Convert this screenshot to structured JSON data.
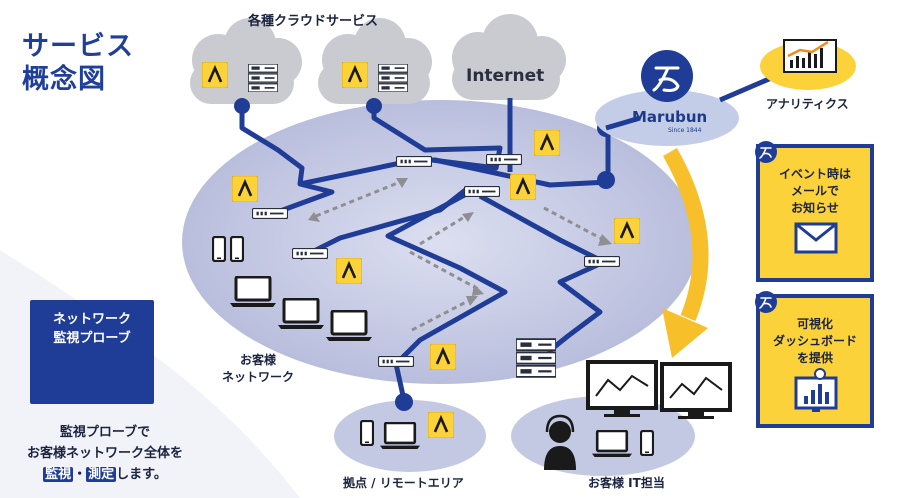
{
  "title_line1": "サービス",
  "title_line2": "概念図",
  "cloud_services_label": "各種クラウドサービス",
  "internet_label": "Internet",
  "marubun": {
    "name": "Marubun",
    "since": "Since 1844"
  },
  "analytics_label": "アナリティクス",
  "customer_network_label_line1": "お客様",
  "customer_network_label_line2": "ネットワーク",
  "site_label": "拠点 / リモートエリア",
  "it_staff_label": "お客様 IT担当",
  "probe_box": {
    "line1": "ネットワーク",
    "line2": "監視プローブ"
  },
  "description": {
    "line1": "監視プローブで",
    "line2": "お客様ネットワーク全体を",
    "hl1": "監視",
    "sep": "・",
    "hl2": "測定",
    "tail": "します。"
  },
  "event_box": {
    "line1": "イベント時は",
    "line2": "メールで",
    "line3": "お知らせ"
  },
  "dashboard_box": {
    "line1": "可視化",
    "line2": "ダッシュボード",
    "line3": "を提供"
  },
  "colors": {
    "navy": "#1f3c96",
    "yellow": "#fbd23a",
    "ellipse": "#c8cce6",
    "cloud": "#c9cbd1",
    "arrow": "#f7bf2a"
  },
  "icons": [
    "cloud-icon",
    "server-icon",
    "probe-icon",
    "smartphone-icon",
    "laptop-icon",
    "monitor-chart-icon",
    "headset-person-icon",
    "mail-icon",
    "dashboard-icon",
    "analytics-chart-icon",
    "marubun-logo-icon"
  ]
}
